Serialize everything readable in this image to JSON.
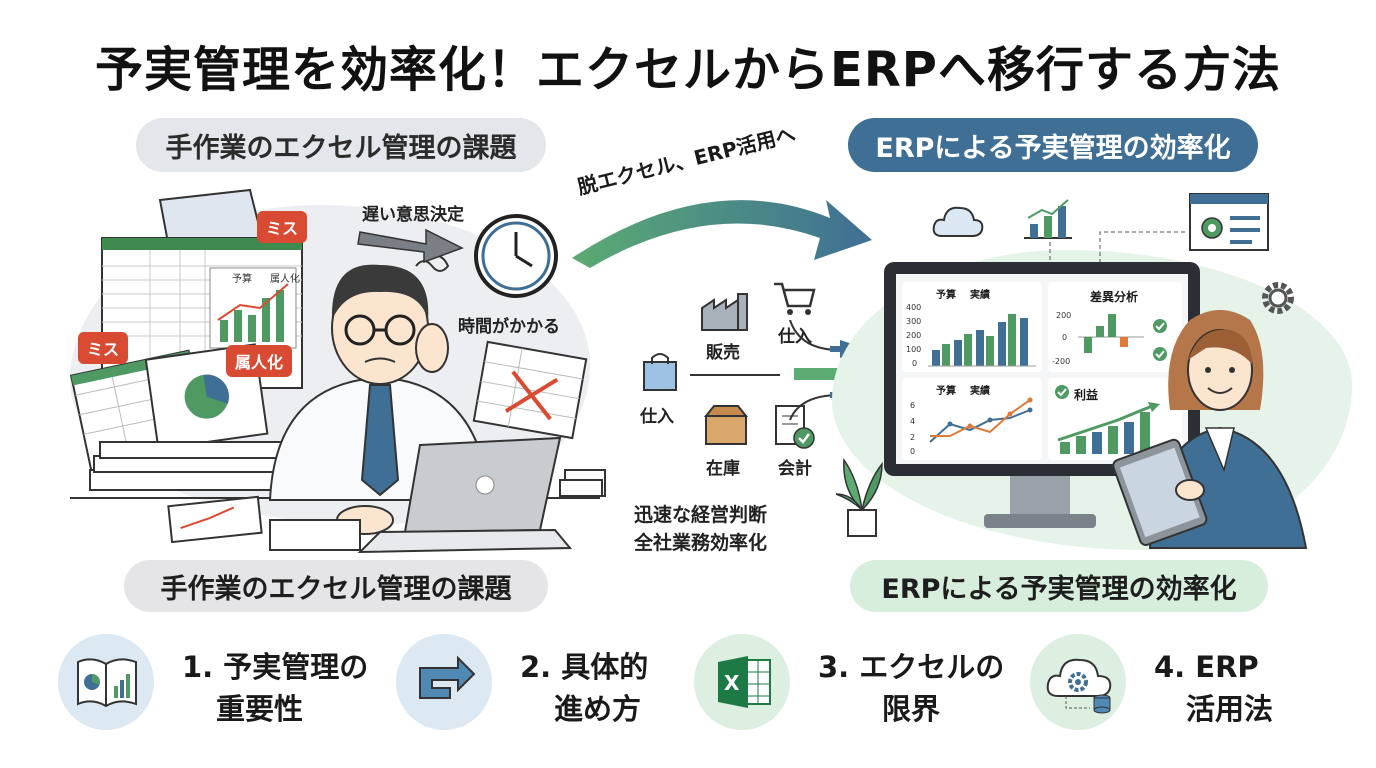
{
  "title": "予実管理を効率化！エクセルからERPへ移行する方法",
  "left_heading": "手作業のエクセル管理の課題",
  "right_heading": "ERPによる予実管理の効率化",
  "arrow_label": "脱エクセル、ERP活用へ",
  "left_scene": {
    "slow_decision": "遅い意思決定",
    "takes_time": "時間がかかる",
    "tag_miss_1": "ミス",
    "tag_miss_2": "ミス",
    "tag_personal": "属人化",
    "sheet_legend_budget": "予算",
    "sheet_legend_personal": "属人化"
  },
  "flow": {
    "sales": "販売",
    "purchase_top": "仕入",
    "purchase_left": "仕入",
    "inventory": "在庫",
    "accounting": "会計",
    "benefit_1": "迅速な経営判断",
    "benefit_2": "全社業務効率化"
  },
  "dashboard": {
    "legend_budget": "予算",
    "legend_actual": "実績",
    "variance": "差異分析",
    "profit": "利益",
    "bar_ticks": [
      "400",
      "300",
      "200",
      "100",
      "0"
    ],
    "variance_ticks": [
      "200",
      "0",
      "-200"
    ],
    "line_ticks": [
      "6",
      "4",
      "2",
      "0"
    ]
  },
  "bottom_left": "手作業のエクセル管理の課題",
  "bottom_right": "ERPによる予実管理の効率化",
  "features": [
    {
      "line1": "1. 予実管理の",
      "line2": "重要性"
    },
    {
      "line1": "2. 具体的",
      "line2": "進め方"
    },
    {
      "line1": "3. エクセルの",
      "line2": "限界"
    },
    {
      "line1": "4. ERP",
      "line2": "活用法"
    }
  ],
  "colors": {
    "blue": "#3f6f95",
    "green": "#4e9a62",
    "red": "#d94a33",
    "gray": "#e3e6ea"
  }
}
